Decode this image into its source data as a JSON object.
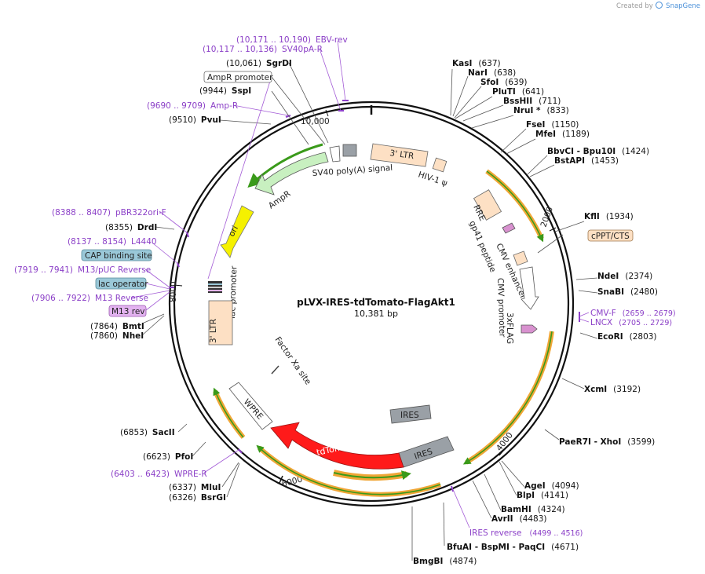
{
  "credit": {
    "prefix": "Created by",
    "brand": "SnapGene",
    "logo_icon": "snapgene-logo-icon"
  },
  "plasmid": {
    "name": "pLVX-IRES-tdTomato-FlagAkt1",
    "length": "10,381 bp"
  },
  "ticks": [
    {
      "label": "10,000"
    },
    {
      "label": "2000"
    },
    {
      "label": "4000"
    },
    {
      "label": "6000"
    },
    {
      "label": "8000"
    }
  ],
  "sites": [
    {
      "name": "SgrDI",
      "pos": "(10,061)"
    },
    {
      "name": "SspI",
      "pos": "(9944)"
    },
    {
      "name": "PvuI",
      "pos": "(9510)"
    },
    {
      "name": "DrdI",
      "pos": "(8355)"
    },
    {
      "name": "BmtI",
      "pos": "(7864)"
    },
    {
      "name": "NheI",
      "pos": "(7860)"
    },
    {
      "name": "SacII",
      "pos": "(6853)"
    },
    {
      "name": "PfoI",
      "pos": "(6623)"
    },
    {
      "name": "MluI",
      "pos": "(6337)"
    },
    {
      "name": "BsrGI",
      "pos": "(6326)"
    },
    {
      "name": "KasI",
      "pos": "(637)"
    },
    {
      "name": "NarI",
      "pos": "(638)"
    },
    {
      "name": "SfoI",
      "pos": "(639)"
    },
    {
      "name": "PluTI",
      "pos": "(641)"
    },
    {
      "name": "BssHII",
      "pos": "(711)"
    },
    {
      "name": "NruI *",
      "pos": "(833)"
    },
    {
      "name": "FseI",
      "pos": "(1150)"
    },
    {
      "name": "MfeI",
      "pos": "(1189)"
    },
    {
      "name": "BbvCI - Bpu10I",
      "pos": "(1424)"
    },
    {
      "name": "BstAPI",
      "pos": "(1453)"
    },
    {
      "name": "KflI",
      "pos": "(1934)"
    },
    {
      "name": "NdeI",
      "pos": "(2374)"
    },
    {
      "name": "SnaBI",
      "pos": "(2480)"
    },
    {
      "name": "EcoRI",
      "pos": "(2803)"
    },
    {
      "name": "XcmI",
      "pos": "(3192)"
    },
    {
      "name": "PaeR7I - XhoI",
      "pos": "(3599)"
    },
    {
      "name": "AgeI",
      "pos": "(4094)"
    },
    {
      "name": "BlpI",
      "pos": "(4141)"
    },
    {
      "name": "BamHI",
      "pos": "(4324)"
    },
    {
      "name": "AvrII",
      "pos": "(4483)"
    },
    {
      "name": "BfuAI - BspMI - PaqCI",
      "pos": "(4671)"
    },
    {
      "name": "BmgBI",
      "pos": "(4874)"
    }
  ],
  "primers": [
    {
      "name": "EBV-rev",
      "pos": "(10,171 .. 10,190)"
    },
    {
      "name": "SV40pA-R",
      "pos": "(10,117 .. 10,136)"
    },
    {
      "name": "Amp-R",
      "pos": "(9690 .. 9709)"
    },
    {
      "name": "pBR322ori-F",
      "pos": "(8388 .. 8407)"
    },
    {
      "name": "L4440",
      "pos": "(8137 .. 8154)"
    },
    {
      "name": "M13/pUC Reverse",
      "pos": "(7919 .. 7941)"
    },
    {
      "name": "M13 Reverse",
      "pos": "(7906 .. 7922)"
    },
    {
      "name": "WPRE-R",
      "pos": "(6403 .. 6423)"
    },
    {
      "name": "CMV-F",
      "pos": "(2659 .. 2679)"
    },
    {
      "name": "LNCX",
      "pos": "(2705 .. 2729)"
    },
    {
      "name": "IRES reverse",
      "pos": "(4499 .. 4516)"
    }
  ],
  "boxed": [
    {
      "label": "AmpR promoter"
    },
    {
      "label": "CAP binding site"
    },
    {
      "label": "lac operator"
    },
    {
      "label": "M13 rev"
    },
    {
      "label": "cPPT/CTS"
    }
  ],
  "features": [
    {
      "label": "3' LTR"
    },
    {
      "label": "HIV-1 ψ"
    },
    {
      "label": "SV40 poly(A) signal"
    },
    {
      "label": "AmpR"
    },
    {
      "label": "ori"
    },
    {
      "label": "lac promoter"
    },
    {
      "label": "3' LTR"
    },
    {
      "label": "RRE"
    },
    {
      "label": "gp41 peptide"
    },
    {
      "label": "CMV enhancer"
    },
    {
      "label": "CMV promoter"
    },
    {
      "label": "3xFLAG"
    },
    {
      "label": "Factor Xa site"
    },
    {
      "label": "WPRE"
    },
    {
      "label": "IRES"
    },
    {
      "label": "IRES"
    },
    {
      "label": "tdTomato"
    }
  ],
  "colors": {
    "primer": "#8b3fc7",
    "ampr": "#c8f0c0",
    "ori": "#f5f100",
    "ltr": "#fde0c4",
    "tdtomato": "#ff1a1a",
    "ires": "#9aa0a6",
    "cap": "#9ac8d8",
    "m13rev": "#e3b3f0",
    "orf": "#f0a636"
  }
}
